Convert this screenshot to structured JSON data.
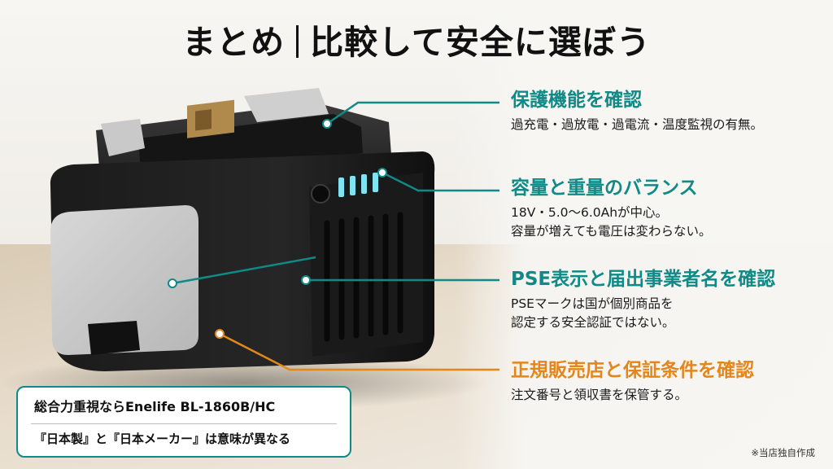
{
  "title": {
    "left": "まとめ",
    "right": "比較して安全に選ぼう"
  },
  "sections": [
    {
      "heading": "保護機能を確認",
      "body": [
        "過充電・過放電・過電流・温度監視の有無。"
      ],
      "color": "#0f8a86"
    },
    {
      "heading": "容量と重量のバランス",
      "body": [
        "18V・5.0〜6.0Ahが中心。",
        "容量が増えても電圧は変わらない。"
      ],
      "color": "#0f8a86"
    },
    {
      "heading": "PSE表示と届出事業者名を確認",
      "body": [
        "PSEマークは国が個別商品を",
        "認定する安全認証ではない。"
      ],
      "color": "#0f8a86"
    },
    {
      "heading": "正規販売店と保証条件を確認",
      "body": [
        "注文番号と領収書を保管する。"
      ],
      "color": "#e3861c"
    }
  ],
  "note": {
    "line1": "総合力重視ならEnelife BL-1860B/HC",
    "line2": "『日本製』と『日本メーカー』は意味が異なる"
  },
  "source": "※当店独自作成"
}
